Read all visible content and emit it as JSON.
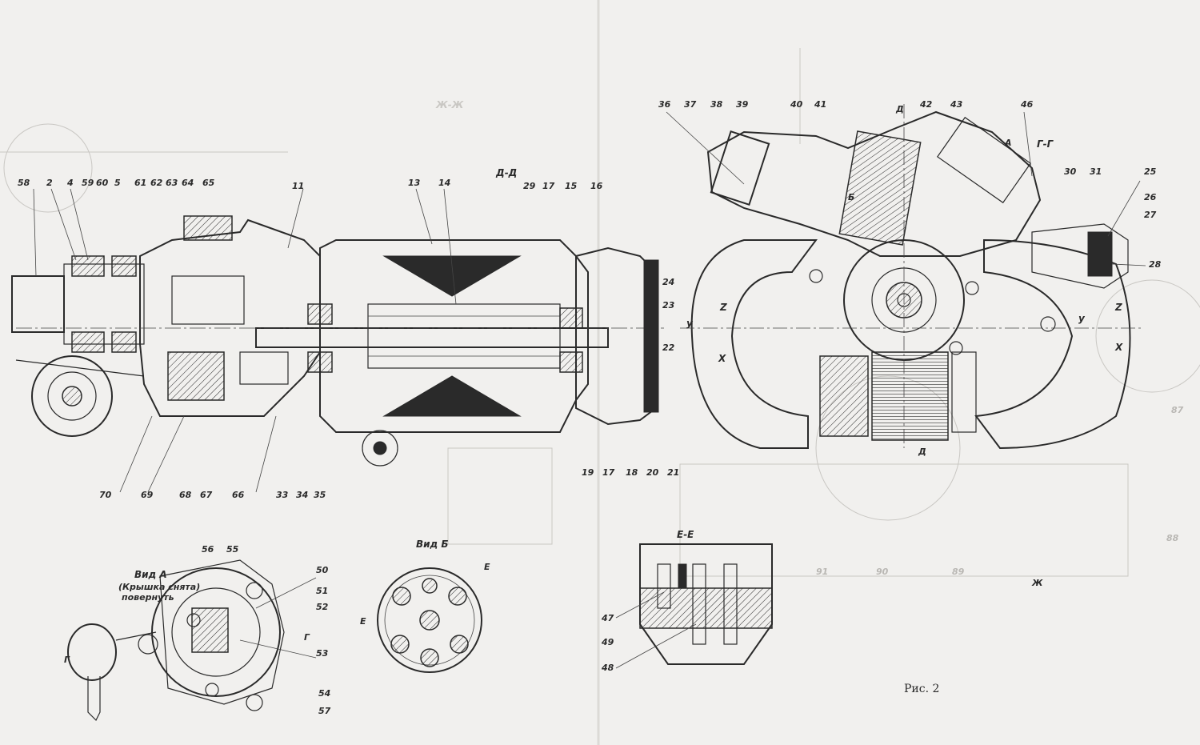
{
  "figure": {
    "caption": "Рис. 2",
    "section_labels": {
      "dd": "Д-Д",
      "gg": "Г-Г",
      "ee": "Е-Е",
      "zhzh": "Ж-Ж",
      "vid_a": "Вид А",
      "vid_a_note1": "(Крышка снята)",
      "vid_a_note2": "повернуть",
      "vid_b": "Вид Б",
      "arrow_a": "А",
      "arrow_b": "Б",
      "arrow_d": "Д",
      "arrow_g": "Г",
      "arrow_e": "Е",
      "arrow_zh": "Ж"
    },
    "axes": {
      "y": "у",
      "z": "Z",
      "x": "Х"
    },
    "callouts": [
      "58",
      "2",
      "4",
      "59",
      "60",
      "5",
      "61",
      "62",
      "63",
      "64",
      "65",
      "11",
      "13",
      "14",
      "29",
      "17",
      "15",
      "16",
      "24",
      "23",
      "22",
      "19",
      "17b",
      "18",
      "20",
      "21",
      "70",
      "69",
      "68",
      "67",
      "66",
      "33",
      "34",
      "35",
      "36",
      "37",
      "38",
      "39",
      "40",
      "41",
      "42",
      "43",
      "46",
      "30",
      "31",
      "25",
      "26",
      "27",
      "28",
      "87",
      "88",
      "89",
      "90",
      "91",
      "56",
      "55",
      "50",
      "51",
      "52",
      "53",
      "54",
      "57",
      "47",
      "49",
      "48"
    ],
    "callout_text": {
      "58": "58",
      "2": "2",
      "4": "4",
      "59": "59",
      "60": "60",
      "5": "5",
      "61": "61",
      "62": "62",
      "63": "63",
      "64": "64",
      "65": "65",
      "11": "11",
      "13": "13",
      "14": "14",
      "29": "29",
      "17": "17",
      "15": "15",
      "16": "16",
      "24": "24",
      "23": "23",
      "22": "22",
      "19": "19",
      "17b": "17",
      "18": "18",
      "20": "20",
      "21": "21",
      "70": "70",
      "69": "69",
      "68": "68",
      "67": "67",
      "66": "66",
      "33": "33",
      "34": "34",
      "35": "35",
      "36": "36",
      "37": "37",
      "38": "38",
      "39": "39",
      "40": "40",
      "41": "41",
      "42": "42",
      "43": "43",
      "46": "46",
      "30": "30",
      "31": "31",
      "25": "25",
      "26": "26",
      "27": "27",
      "28": "28",
      "87": "87",
      "88": "88",
      "89": "89",
      "90": "90",
      "91": "91",
      "56": "56",
      "55": "55",
      "50": "50",
      "51": "51",
      "52": "52",
      "53": "53",
      "54": "54",
      "57": "57",
      "47": "47",
      "49": "49",
      "48": "48"
    },
    "colors": {
      "paper": "#f1f0ee",
      "ink": "#2a2a2a",
      "ghost": "#c9c7c3"
    }
  }
}
